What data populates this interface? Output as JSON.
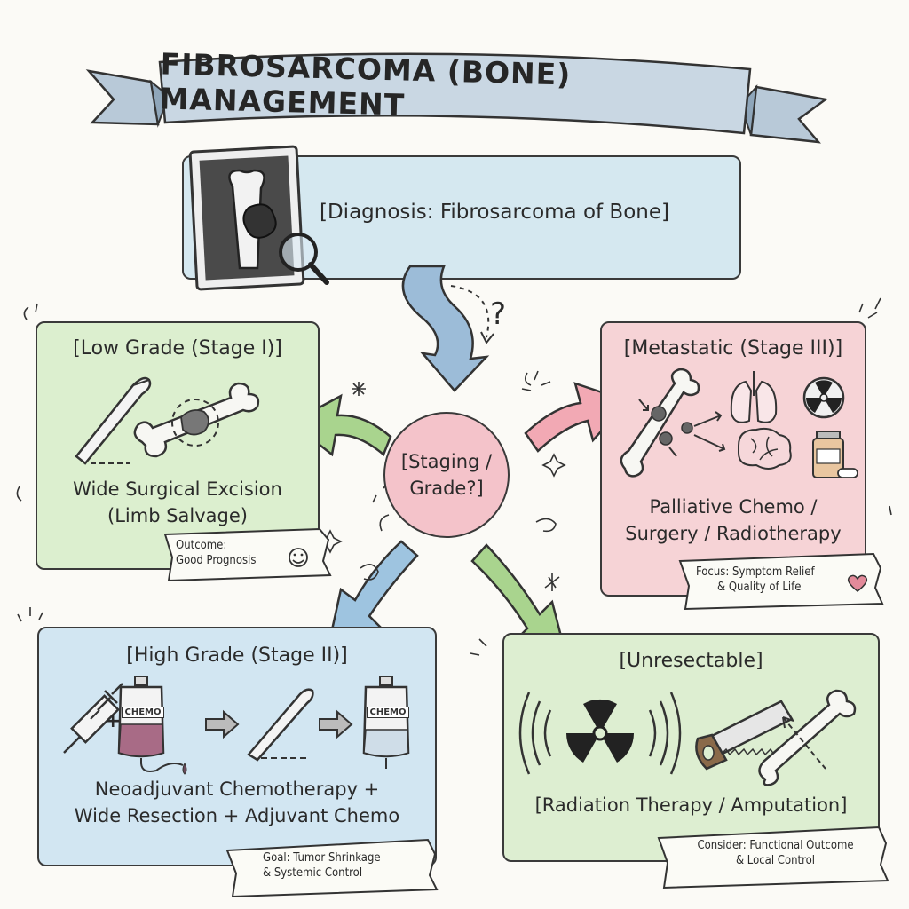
{
  "title": "FIBROSARCOMA (BONE) MANAGEMENT",
  "diagnosis": {
    "label": "[Diagnosis: Fibrosarcoma of Bone]"
  },
  "decision": {
    "line1": "[Staging /",
    "line2": "Grade?]"
  },
  "question_mark": "?",
  "low_grade": {
    "header": "[Low Grade (Stage I)]",
    "line1": "Wide Surgical Excision",
    "line2": "(Limb Salvage)",
    "ribbon_line1": "Outcome:",
    "ribbon_line2": "Good Prognosis"
  },
  "metastatic": {
    "header": "[Metastatic (Stage III)]",
    "line1": "Palliative Chemo /",
    "line2": "Surgery / Radiotherapy",
    "ribbon_line1": "Focus: Symptom Relief",
    "ribbon_line2": "& Quality of Life"
  },
  "high_grade": {
    "header": "[High Grade (Stage II)]",
    "line1": "Neoadjuvant Chemotherapy +",
    "line2": "Wide Resection + Adjuvant Chemo",
    "chemo_bag_label": "CHEMO",
    "chemo_bag_label2": "CHEMO",
    "plus": "+",
    "ribbon_line1": "Goal: Tumor Shrinkage",
    "ribbon_line2": "& Systemic Control"
  },
  "unresectable": {
    "header": "[Unresectable]",
    "line1": "[Radiation Therapy / Amputation]",
    "ribbon_line1": "Consider: Functional Outcome",
    "ribbon_line2": "& Local Control"
  },
  "colors": {
    "blue_box": "#d5e8f0",
    "green_box": "#dcefcf",
    "pink_box": "#f6d3d6",
    "pink_circle": "#f4c3ca",
    "arrow_blue": "#9ec4e0",
    "arrow_green": "#a9d48e",
    "arrow_pink": "#f2a9b4"
  }
}
